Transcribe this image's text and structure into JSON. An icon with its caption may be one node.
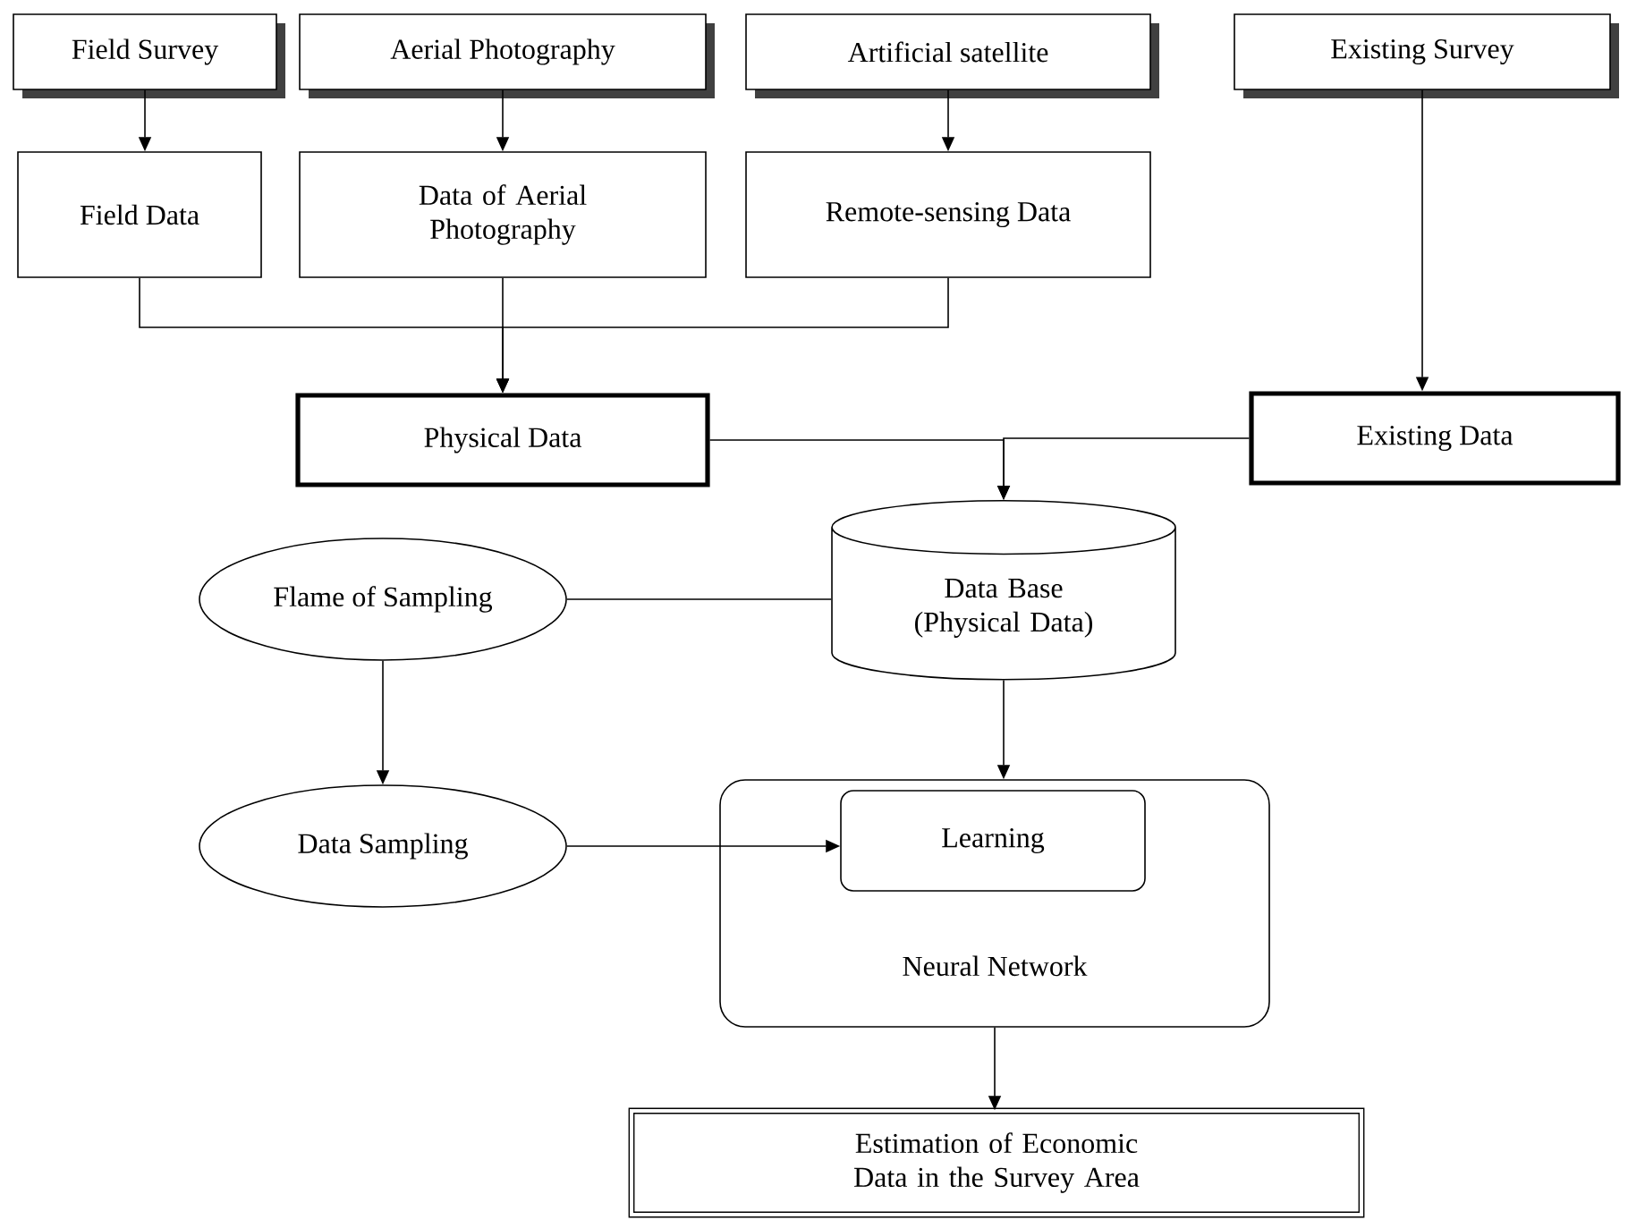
{
  "diagram": {
    "nodes": [
      {
        "text": [
          "Field Survey"
        ]
      },
      {
        "text": [
          "Aerial Photography"
        ]
      },
      {
        "text": [
          "Artificial satellite"
        ]
      },
      {
        "text": [
          "Existing Survey"
        ]
      },
      {
        "text": [
          "Field Data"
        ]
      },
      {
        "text": [
          "Data of Aerial Photography"
        ]
      },
      {
        "text": [
          "Remote-sensing Data"
        ]
      },
      {
        "text": [
          "Physical Data"
        ]
      },
      {
        "text": [
          "Existing Data"
        ]
      },
      {
        "text": [
          "Flame of Sampling"
        ]
      },
      {
        "text": [
          "Data Base (Physical Data)"
        ]
      },
      {
        "text": [
          "Data Sampling"
        ]
      },
      {
        "text": [
          "Neural Network"
        ]
      },
      {
        "text": [
          "Learning"
        ],
        "in": 12
      },
      {
        "text": [
          "Estimation of Economic Data in the Survey Area"
        ]
      }
    ],
    "edges": [
      {
        "from": 0,
        "to": 4,
        "arrow": "to"
      },
      {
        "from": 1,
        "to": 5,
        "arrow": "to"
      },
      {
        "from": 2,
        "to": 6,
        "arrow": "to"
      },
      {
        "from": 4,
        "to": 7,
        "arrow": "to"
      },
      {
        "from": 5,
        "to": 7,
        "arrow": "to"
      },
      {
        "from": 6,
        "to": 7,
        "arrow": "to"
      },
      {
        "from": 3,
        "to": 8,
        "arrow": "to"
      },
      {
        "from": 7,
        "to": 10,
        "arrow": "to"
      },
      {
        "from": 8,
        "to": 10,
        "arrow": "to"
      },
      {
        "from": 9,
        "to": 10,
        "arrow": "none"
      },
      {
        "from": 9,
        "to": 11,
        "arrow": "to"
      },
      {
        "from": 10,
        "to": 12,
        "arrow": "to"
      },
      {
        "from": 11,
        "to": 13,
        "arrow": "to"
      },
      {
        "from": 12,
        "to": 14,
        "arrow": "to"
      }
    ]
  }
}
